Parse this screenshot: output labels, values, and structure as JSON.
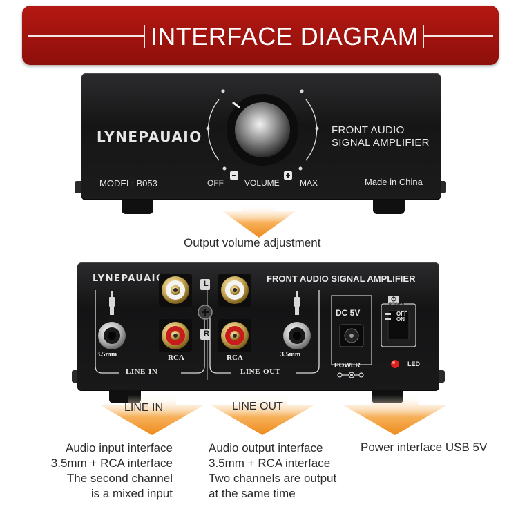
{
  "banner": {
    "title": "INTERFACE DIAGRAM"
  },
  "front_panel": {
    "brand": "LYNEPAUAIO",
    "model": "MODEL: B053",
    "product_line1": "FRONT AUDIO",
    "product_line2": "SIGNAL AMPLIFIER",
    "volume_off": "OFF",
    "volume_label": "VOLUME",
    "volume_max": "MAX",
    "origin": "Made in China"
  },
  "captions": {
    "front": "Output volume adjustment"
  },
  "back_panel": {
    "brand": "LYNEPAUAIO",
    "product_name": "FRONT AUDIO SIGNAL AMPLIFIER",
    "line_in_35": "3.5mm",
    "line_in_rca": "RCA",
    "line_in_label": "LINE-IN",
    "channel_l": "L",
    "channel_r": "R",
    "line_out_rca": "RCA",
    "line_out_35": "3.5mm",
    "line_out_label": "LINE-OUT",
    "dc_label": "DC 5V",
    "power_label": "POWER",
    "power_switch_label": "POWER",
    "switch_off": "OFF",
    "switch_on": "ON",
    "led_label": "LED"
  },
  "bottom": {
    "line_in": {
      "title": "LINE IN",
      "lines": [
        "Audio input interface",
        "3.5mm + RCA interface",
        "The second channel",
        "is a mixed input"
      ]
    },
    "line_out": {
      "title": "LINE OUT",
      "lines": [
        "Audio output interface",
        "3.5mm + RCA interface",
        "Two channels are output",
        "at the same time"
      ]
    },
    "power": {
      "line": "Power interface USB 5V"
    }
  },
  "colors": {
    "banner": "#a8140f",
    "arrow": "#f39a2b",
    "device": "#1a1a1b",
    "rca_red": "#c81b1b",
    "led_red": "#e0201a"
  }
}
